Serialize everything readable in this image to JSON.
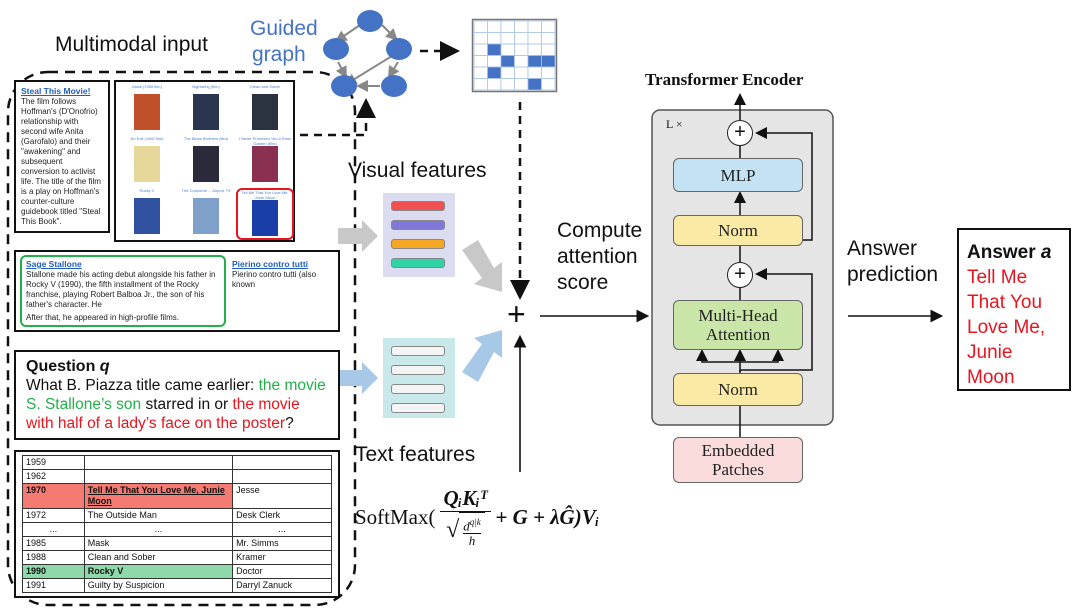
{
  "title": "Multimodal input",
  "guided_graph": {
    "label_line1": "Guided",
    "label_line2": "graph"
  },
  "doc": {
    "title1": "Steal This Movie!",
    "text1": "The film follows Hoffman's (D'Onofrio) relationship with second wife Anita (Garofalo) and their \"awakening\" and subsequent conversion to activist life. The title of the film is a play on Hoffman's counter-culture guidebook titled \"Steal This Book\".",
    "title2": "Sage Stallone",
    "text2": "Stallone made his acting debut alongside his father in Rocky V (1990), the fifth installment of the Rocky franchise, playing Robert Balboa Jr., the son of his father's character. He",
    "text3": "After that, he appeared in high-profile films.",
    "title3": "Pierino contro tutti",
    "text4": "Pierino contro tutti (also known"
  },
  "posters": [
    {
      "caption": "Mask (1985 film)",
      "color": "#c0502a"
    },
    {
      "caption": "Nightwing (film)",
      "color": "#2a3550"
    },
    {
      "caption": "Clean and Sober",
      "color": "#2c3340"
    },
    {
      "caption": "No Exit (1962 film)",
      "color": "#e8d79a"
    },
    {
      "caption": "The Blues Brothers (film)",
      "color": "#2a2a3a"
    },
    {
      "caption": "I Never Promised You a Rose Garden (film)",
      "color": "#8a3050"
    },
    {
      "caption": "Rocky V",
      "color": "#3050a0"
    },
    {
      "caption": "The Concorde ... Airport '79",
      "color": "#7fa0c8"
    },
    {
      "caption": "Tell Me That You Love Me, Junie Moon",
      "color": "#1a3ea8"
    }
  ],
  "table": {
    "rows": [
      [
        "1959",
        "",
        ""
      ],
      [
        "1962",
        "",
        ""
      ],
      [
        "1970",
        "Tell Me That You Love Me, Junie Moon",
        "Jesse"
      ],
      [
        "1972",
        "The Outside Man",
        "Desk Clerk"
      ],
      [
        "...",
        "...",
        "..."
      ],
      [
        "1985",
        "Mask",
        "Mr. Simms"
      ],
      [
        "1988",
        "Clean and Sober",
        "Kramer"
      ],
      [
        "1990",
        "Rocky V",
        "Doctor"
      ],
      [
        "1991",
        "Guilty by Suspicion",
        "Darryl Zanuck"
      ]
    ],
    "highlight_red": "#f47a72",
    "highlight_green": "#8fd8aa"
  },
  "question": {
    "heading": "Question",
    "var": "q",
    "text_a": "What B. Piazza title came earlier: ",
    "text_green": "the movie S. Stallone’s son",
    "text_b": " starred in or ",
    "text_red": "the movie with half of a lady’s face on the poster",
    "text_c": "?"
  },
  "visual_features": {
    "label": "Visual features",
    "bar_colors": [
      "#f05050",
      "#7f78d8",
      "#f5a623",
      "#2fd3a6"
    ],
    "bg": "#dcdcf0"
  },
  "text_features": {
    "label": "Text features",
    "bar_colors": [
      "#f4f4f4",
      "#f4f4f4",
      "#f4f4f4",
      "#f4f4f4"
    ],
    "bg": "#c8e8ea"
  },
  "compute": {
    "line1": "Compute",
    "line2": "attention",
    "line3": "score"
  },
  "plus_symbol": "+",
  "formula": {
    "softmax": "SoftMax(",
    "numerator": "QᵢKᵢᵀ",
    "denominator_num": "d",
    "denominator_sup": "q|k",
    "denominator_den": "h",
    "tail": "+ G + λĜ)Vᵢ"
  },
  "transformer": {
    "title": "Transformer Encoder",
    "repeat": "L ×",
    "mlp": "MLP",
    "norm_top": "Norm",
    "mha": "Multi-Head Attention",
    "norm_bottom": "Norm",
    "embedded": "Embedded Patches",
    "plus": "+"
  },
  "answer_prediction": {
    "line1": "Answer",
    "line2": "prediction"
  },
  "answer": {
    "heading": "Answer",
    "var": "a",
    "text": "Tell Me That You Love Me, Junie Moon",
    "color": "#e8141e"
  },
  "matrix": {
    "rows": 6,
    "cols": 6,
    "filled": [
      [
        2,
        1
      ],
      [
        3,
        2
      ],
      [
        3,
        4
      ],
      [
        3,
        5
      ],
      [
        4,
        1
      ],
      [
        5,
        4
      ]
    ],
    "color": "#4472c4"
  },
  "colors": {
    "accent_blue": "#4472c4",
    "green": "#22b04b",
    "red": "#e8141e"
  }
}
